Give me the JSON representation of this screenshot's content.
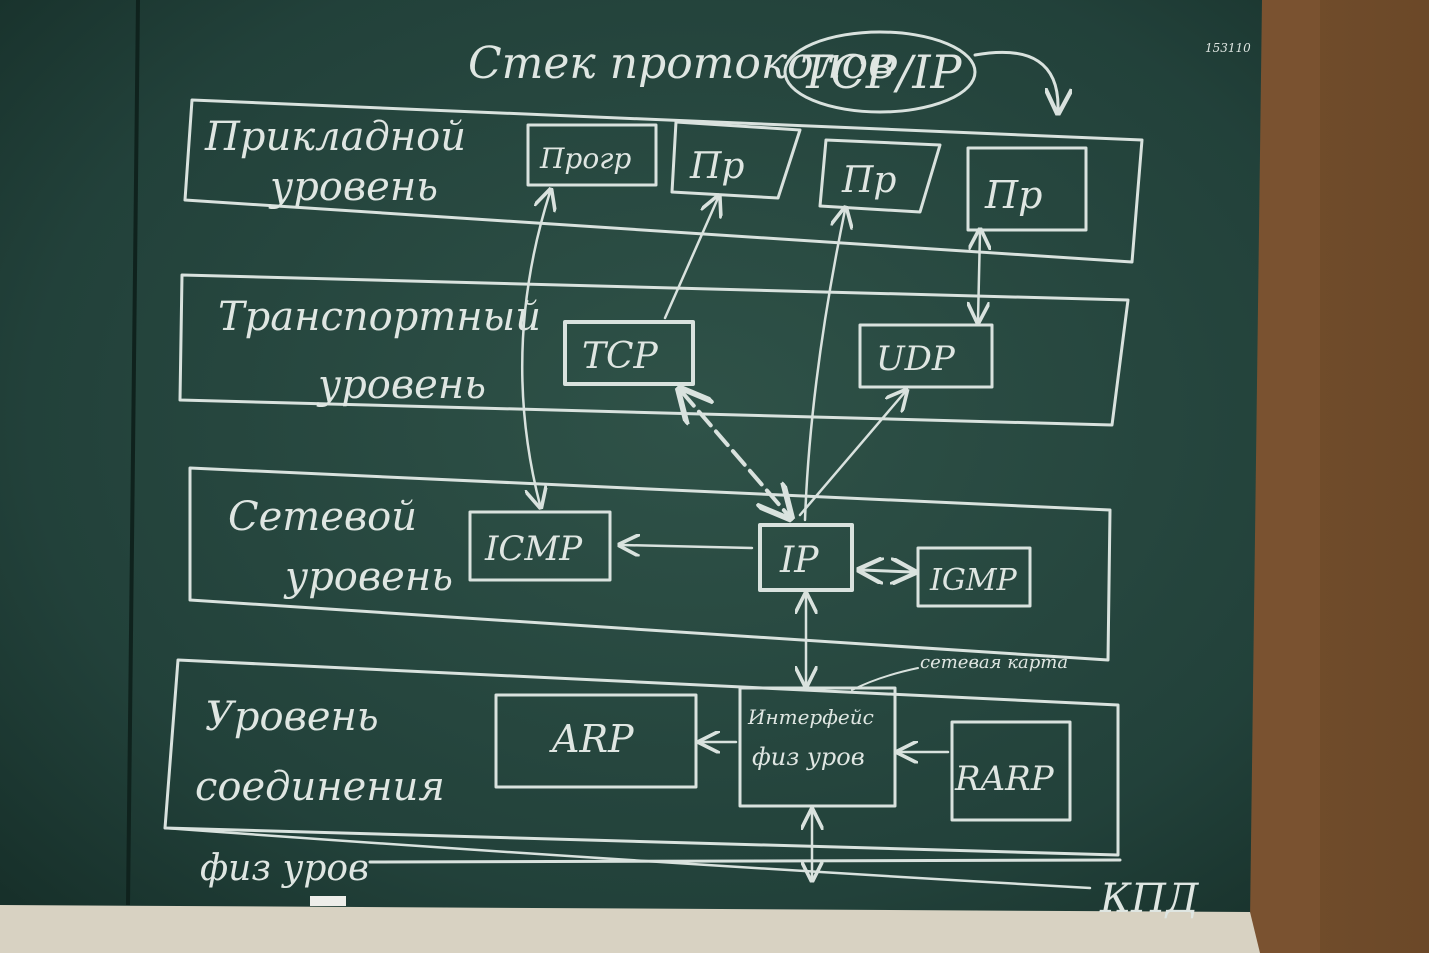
{
  "board": {
    "title_prefix": "Стек протоколов",
    "title_stack": "TCP/IP",
    "layers": {
      "application": {
        "line1": "Прикладной",
        "line2": "уровень"
      },
      "transport": {
        "line1": "Транспортный",
        "line2": "уровень"
      },
      "network": {
        "line1": "Сетевой",
        "line2": "уровень"
      },
      "link": {
        "line1": "Уровень",
        "line2": "соединения"
      },
      "physical": "физ уров"
    },
    "apps": [
      "Прогр",
      "Пр",
      "Пр",
      "Пр"
    ],
    "protocols": {
      "tcp": "TCP",
      "udp": "UDP",
      "icmp": "ICMP",
      "ip": "IP",
      "igmp": "IGMP",
      "arp": "ARP",
      "rarp": "RARP",
      "interface_line1": "Интерфейс",
      "interface_line2": "физ уров"
    },
    "netcard_note": "сетевая карта",
    "kpd": "КПД",
    "corner_mark": "153110"
  },
  "colors": {
    "board": "#25443c",
    "chalk": "#dfe6e2",
    "frame": "#6b4a2a"
  }
}
